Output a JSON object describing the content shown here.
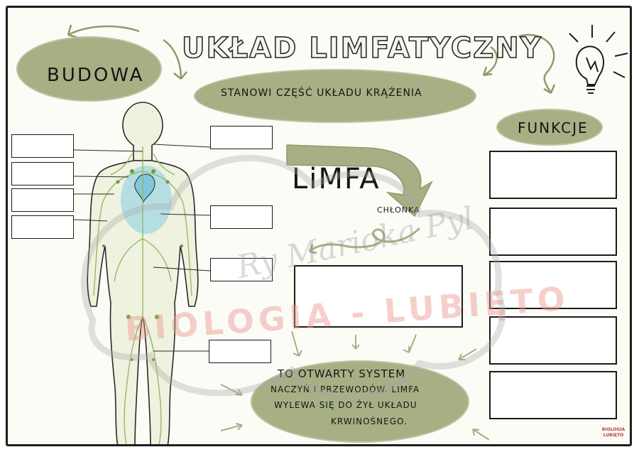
{
  "title": "UKŁAD LIMFATYCZNY",
  "budowa_label": "BUDOWA",
  "subtitle": "STANOWI CZĘŚĆ UKŁADU KRĄŻENIA",
  "limfa_label": "LiMFA",
  "chlonka_label": "CHŁONKA",
  "funkcje_label": "FUNKCJE",
  "description_lines": [
    "TO OTWARTY SYSTEM",
    "NACZYŃ I PRZEWODÓW. LIMFA",
    "WYLEWA SIĘ DO ŻYŁ UKŁADU",
    "KRWINOŚNEGO."
  ],
  "watermark": {
    "brand": "BIOLOGIA - LUBIĘTO",
    "signature": "Ry Marioka Pyl"
  },
  "logo": {
    "line1": "BIOLOGIA",
    "line2": "LUBIĘTO"
  },
  "colors": {
    "olive": "#a6b084",
    "olive_dark": "#8e9a6a",
    "lymph_green": "#8fb25a",
    "heart": "#7fd0e0",
    "watermark_pink": "#e8968c"
  },
  "icons": [
    "lightbulb-icon",
    "arrow-icon",
    "human-body-diagram"
  ]
}
